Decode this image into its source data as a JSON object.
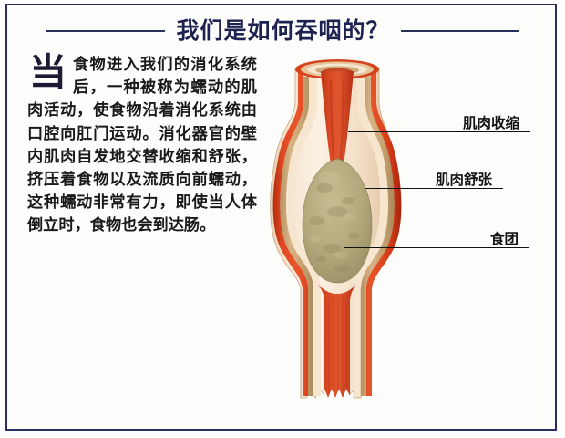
{
  "page": {
    "title": "我们是如何吞咽的？",
    "frame_color": "#2b2f5e",
    "background": "#ffffff"
  },
  "article": {
    "dropcap": "当",
    "text": "食物进入我们的消化系统后，一种被称为蠕动的肌肉活动，使食物沿着消化系统由口腔向肛门运动。消化器官的壁内肌肉自发地交替收缩和舒张，挤压着食物以及流质向前蠕动，这种蠕动非常有力，即使当人体倒立时，食物也会到达肠。"
  },
  "diagram": {
    "name": "esophagus-peristalsis-cross-section",
    "colors": {
      "muscle_red": "#d93a1d",
      "muscle_red_dark": "#b32a12",
      "lumen_red": "#cf4a28",
      "mucosa_tan": "#c9a878",
      "submucosa_cream": "#f0d8bc",
      "outer_pale": "#f7e7d4",
      "bolus_olive": "#b5ab7e",
      "bolus_olive_dark": "#9e9468",
      "highlight": "#fdf3e6"
    },
    "labels": [
      {
        "id": "muscle-contraction",
        "text": "肌肉收缩"
      },
      {
        "id": "muscle-relaxation",
        "text": "肌肉舒张"
      },
      {
        "id": "bolus",
        "text": "食团"
      }
    ]
  }
}
